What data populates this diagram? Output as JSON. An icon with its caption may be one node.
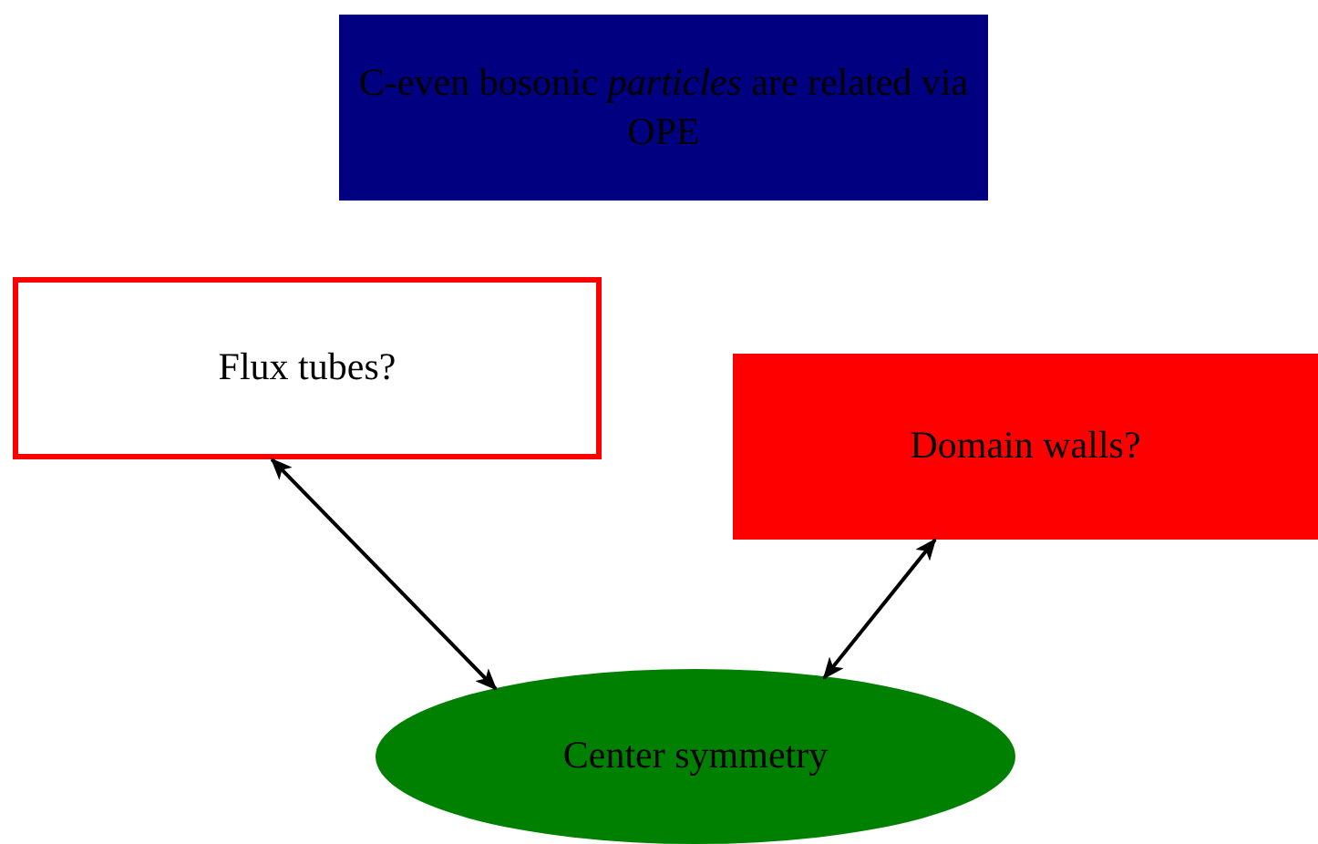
{
  "diagram": {
    "nodes": [
      {
        "text": [
          "C-even bosonic *particles* are related via OPE"
        ]
      },
      {
        "text": [
          "Flux tubes?"
        ]
      },
      {
        "text": [
          "Domain walls?"
        ]
      },
      {
        "text": [
          "Center symmetry"
        ]
      }
    ],
    "edges": [
      {
        "from": 1,
        "to": 3,
        "arrow": "both"
      },
      {
        "from": 2,
        "to": 3,
        "arrow": "both"
      }
    ]
  }
}
